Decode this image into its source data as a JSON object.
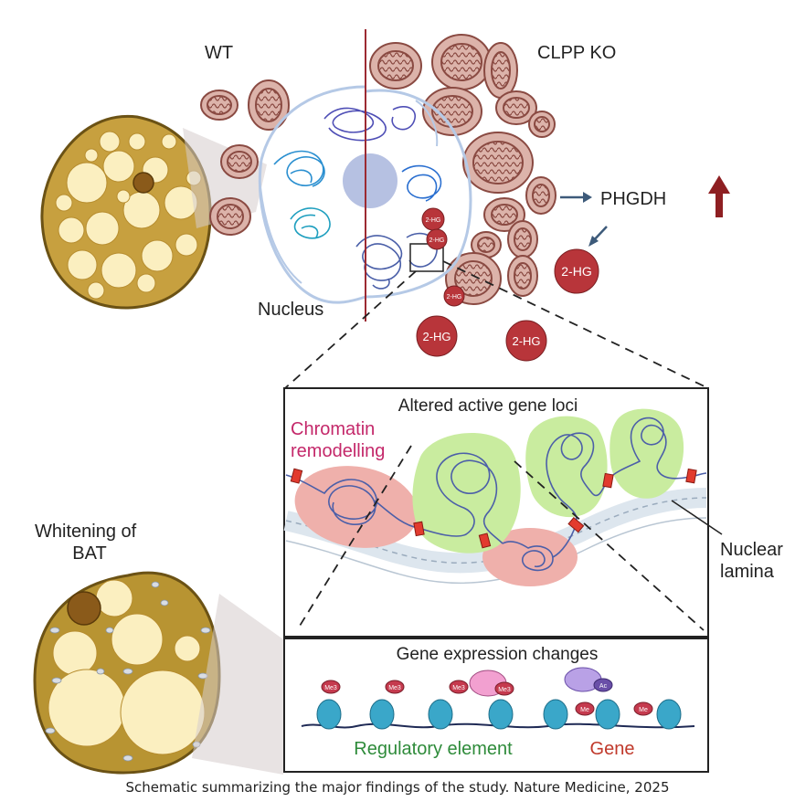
{
  "labels": {
    "wt": "WT",
    "clpp_ko": "CLPP KO",
    "nucleus": "Nucleus",
    "phgdh": "PHGDH",
    "two_hg": "2-HG",
    "whitening": [
      "Whitening of",
      "BAT"
    ],
    "nuclear_lamina": [
      "Nuclear",
      "lamina"
    ]
  },
  "panel_loci": {
    "title": "Altered active gene loci",
    "chromatin": [
      "Chromatin",
      "remodelling"
    ]
  },
  "panel_expression": {
    "title": "Gene expression changes",
    "regulatory": "Regulatory element",
    "gene": "Gene",
    "marks": {
      "me3": "Me3",
      "me": "Me",
      "ac": "Ac"
    }
  },
  "caption": "Schematic summarizing the major findings of the study. Nature Medicine, 2025",
  "colors": {
    "mito_fill": "#dcb3aa",
    "mito_stroke": "#8a4a42",
    "hg_red": "#b8353a",
    "up_arrow": "#8e1f22",
    "divider": "#9c2a32",
    "fat_cell": "#c7a03f",
    "fat_droplet": "#fbefc0",
    "green_domain": "#c9ec9f",
    "red_domain": "#efb0ab",
    "chromatin_line": "#4c5fa8",
    "nucleosome": "#3aa7c9",
    "pink_text": "#c4286a",
    "green_text": "#2e8b3a",
    "red_text": "#c0392b"
  }
}
